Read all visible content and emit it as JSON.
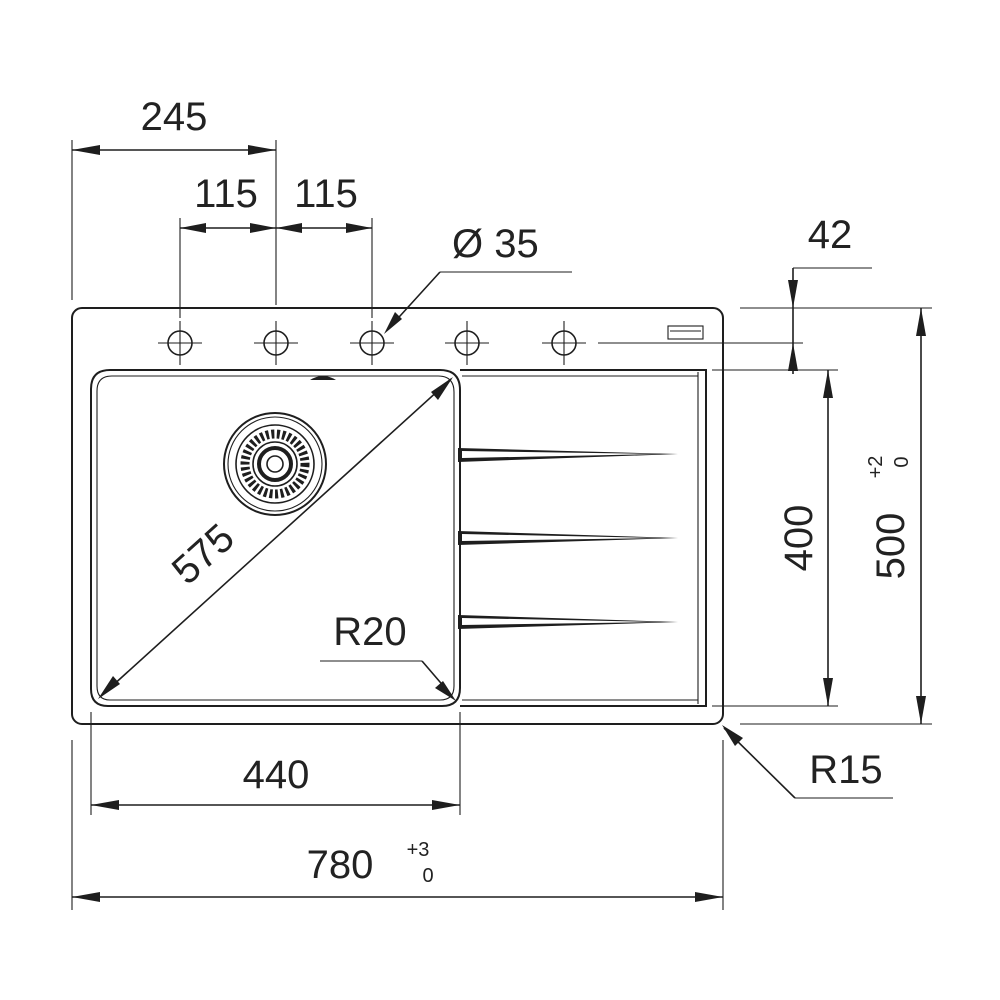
{
  "dimensions": {
    "d245": "245",
    "d115_left": "115",
    "d115_right": "115",
    "hole_diameter": "Ø 35",
    "d42": "42",
    "d575": "575",
    "r20": "R20",
    "d400": "400",
    "d500": "500",
    "d500_tol_plus": "+2",
    "d500_tol_minus": "0",
    "d440": "440",
    "r15": "R15",
    "d780": "780",
    "d780_tol_plus": "+3",
    "d780_tol_minus": "0"
  },
  "colors": {
    "ink": "#1e1e1e",
    "background": "#ffffff"
  },
  "icons": {
    "tap_hole": "crosshair-circle",
    "drain": "strainer-concentric-circles"
  }
}
